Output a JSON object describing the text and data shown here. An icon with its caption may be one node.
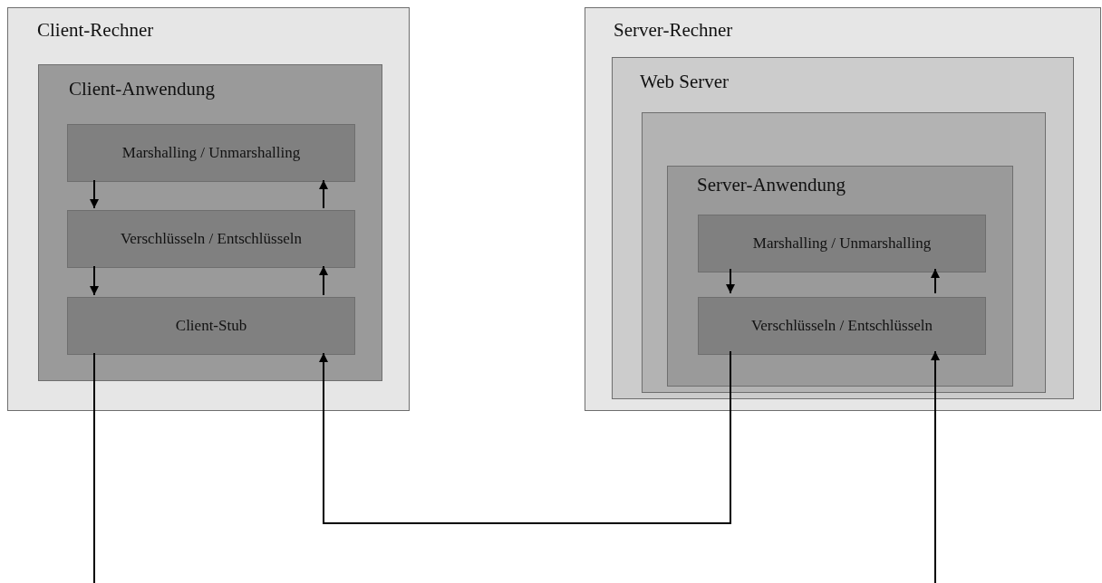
{
  "diagram": {
    "nodes": [
      {
        "text": [
          "Client-Rechner"
        ]
      },
      {
        "text": [
          "Client-Anwendung"
        ],
        "in": 0
      },
      {
        "text": [
          "Marshalling / Unmarshalling"
        ],
        "in": 1
      },
      {
        "text": [
          "Verschlüsseln / Entschlüsseln"
        ],
        "in": 1
      },
      {
        "text": [
          "Client-Stub"
        ],
        "in": 1
      },
      {
        "text": [
          "Server-Rechner"
        ]
      },
      {
        "text": [
          "Web Server"
        ],
        "in": 5
      },
      {
        "text": [],
        "shape": "box",
        "in": 6
      },
      {
        "text": [
          "Server-Anwendung"
        ],
        "in": 7
      },
      {
        "text": [
          "Marshalling / Unmarshalling"
        ],
        "in": 8
      },
      {
        "text": [
          "Verschlüsseln / Entschlüsseln"
        ],
        "in": 8
      }
    ],
    "edges": [
      {
        "from": 2,
        "to": 3,
        "arrow": "to"
      },
      {
        "from": 3,
        "to": 2,
        "arrow": "to"
      },
      {
        "from": 3,
        "to": 4,
        "arrow": "to"
      },
      {
        "from": 4,
        "to": 3,
        "arrow": "to"
      },
      {
        "from": 9,
        "to": 10,
        "arrow": "to"
      },
      {
        "from": 10,
        "to": 9,
        "arrow": "to"
      },
      {
        "from": 10,
        "to": 4,
        "arrow": "to"
      },
      {
        "from": 4,
        "to": null,
        "arrow": "none"
      },
      {
        "from": null,
        "to": 10,
        "arrow": "to"
      }
    ]
  }
}
